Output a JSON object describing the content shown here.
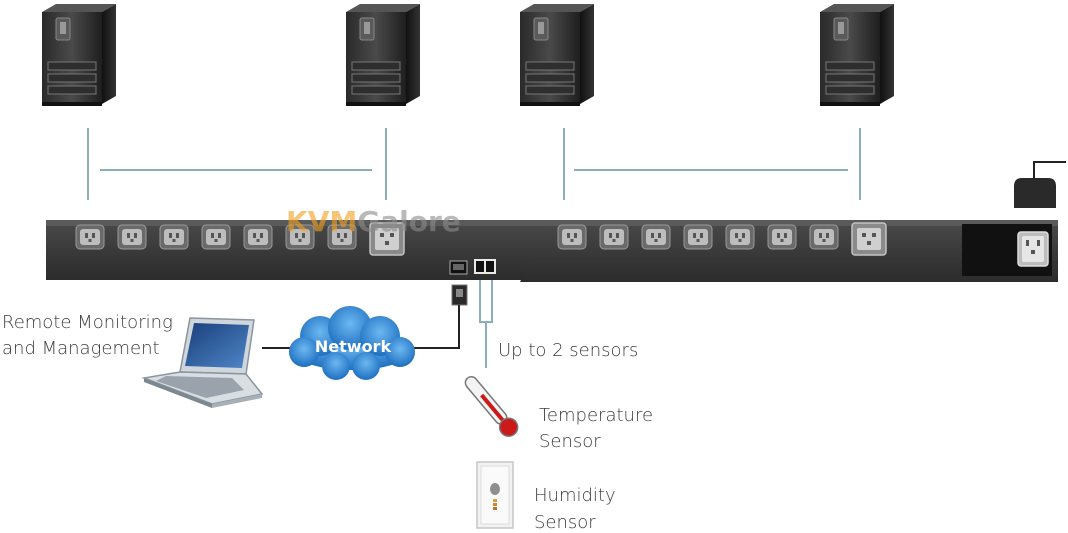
{
  "watermark": {
    "part1": "KVM",
    "part2": "Galore"
  },
  "labels": {
    "remote_line1": "Remote Monitoring",
    "remote_line2": "and Management",
    "network": "Network",
    "sensors": "Up to 2 sensors",
    "temp_line1": "Temperature",
    "temp_line2": "Sensor",
    "humid_line1": "Humidity",
    "humid_line2": "Sensor"
  },
  "colors": {
    "pdu_body": "#3a3a3a",
    "connection_line": "#8aaec0",
    "network_cloud": "#2f86d6",
    "watermark_orange": "#f2a020",
    "watermark_gray": "#8c8c8c",
    "thermo_bulb": "#cc1a1a"
  },
  "icons": {
    "servers": [
      "server-tower-icon",
      "server-tower-icon",
      "server-tower-icon",
      "server-tower-icon"
    ],
    "laptop": "laptop-icon",
    "cloud": "network-cloud-icon",
    "thermometer": "thermometer-icon",
    "humidity": "humidity-sensor-icon",
    "power_plug": "power-plug-icon"
  }
}
